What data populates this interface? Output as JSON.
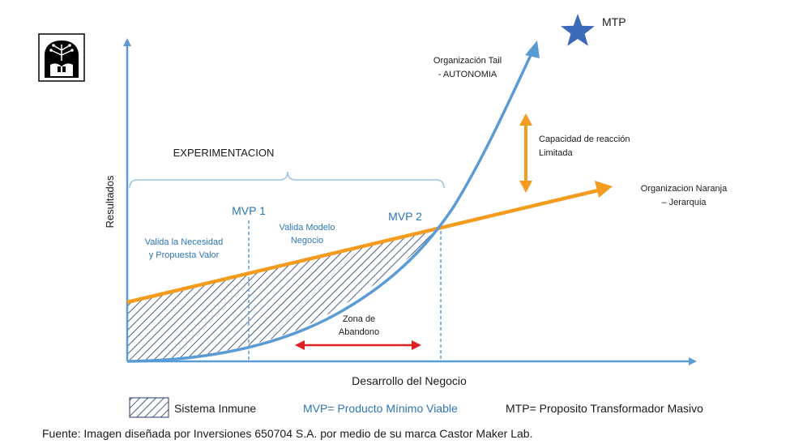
{
  "diagram": {
    "axes": {
      "y_label": "Resultados",
      "x_label": "Desarrollo del Negocio"
    },
    "phase": {
      "title": "EXPERIMENTACION"
    },
    "milestones": [
      {
        "label": "MVP 1"
      },
      {
        "label": "MVP 2"
      }
    ],
    "regions": {
      "left_line1": "Valida la Necesidad",
      "left_line2": "y Propuesta Valor",
      "mid_line1": "Valida Modelo",
      "mid_line2": "Negocio"
    },
    "zona": {
      "line1": "Zona de",
      "line2": "Abandono"
    },
    "curves": {
      "tail_line1": "Organización Tail",
      "tail_line2": "- AUTONOMIA",
      "naranja_line1": "Organizacion Naranja",
      "naranja_line2": "– Jerarquia"
    },
    "capacidad": {
      "line1": "Capacidad de reacción",
      "line2": "Limitada"
    },
    "mtp_star_label": "MTP",
    "logo": "castor-maker-lab-logo"
  },
  "legend": {
    "inmune": "Sistema Inmune",
    "mvp": "MVP= Producto Mínimo Viable",
    "mtp": "MTP= Proposito Transformador Masivo"
  },
  "footer": {
    "source": "Fuente: Imagen diseñada por Inversiones 650704 S.A. por medio de su marca Castor Maker Lab."
  },
  "colors": {
    "axis_blue": "#5b9bd5",
    "curve_blue": "#5b9bd5",
    "orange": "#f39c1f",
    "red": "#e02020",
    "hatch": "#1f3864",
    "star": "#3d6ab8",
    "text_blue": "#2e75b6"
  }
}
